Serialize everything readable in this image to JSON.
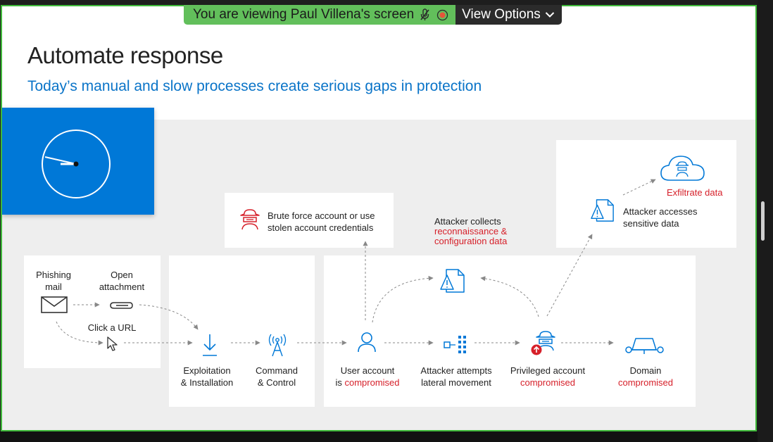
{
  "banner": {
    "viewing_text": "You are viewing Paul Villena's screen",
    "view_options_label": "View Options"
  },
  "slide": {
    "title": "Automate response",
    "subtitle": "Today’s manual and slow processes create serious gaps in protection"
  },
  "stages": {
    "phishing": {
      "line1": "Phishing",
      "line2": "mail"
    },
    "open_attachment": {
      "line1": "Open",
      "line2": "attachment"
    },
    "click_url": "Click a URL",
    "exploitation": {
      "line1": "Exploitation",
      "line2": "& Installation"
    },
    "command_control": {
      "line1": "Command",
      "line2": "& Control"
    },
    "brute_force": {
      "line1": "Brute force account or use",
      "line2": "stolen account credentials"
    },
    "user_account": {
      "line1": "User account",
      "line2_prefix": "is ",
      "line2_red": "compromised"
    },
    "attacker_collects": {
      "line1": "Attacker collects",
      "line2_red": "reconnaissance &",
      "line3_red": "configuration data"
    },
    "lateral": {
      "line1": "Attacker attempts",
      "line2": "lateral movement"
    },
    "privileged": {
      "line1": "Privileged account",
      "line2_red": "compromised"
    },
    "domain": {
      "line1": "Domain",
      "line2_red": "compromised"
    },
    "attacker_accesses": {
      "line1": "Attacker accesses",
      "line2": "sensitive data"
    },
    "exfiltrate": "Exfiltrate data"
  },
  "colors": {
    "accent_blue": "#0078d7",
    "subtitle_blue": "#0a74c8",
    "alert_red": "#d6202a",
    "share_border_green": "#3fb93a",
    "banner_green": "#62bf5b"
  },
  "icons": [
    "mute-mic-icon",
    "stop-share-icon",
    "chevron-down-icon",
    "clock-icon",
    "envelope-icon",
    "paperclip-icon",
    "cursor-icon",
    "download-arrow-icon",
    "antenna-icon",
    "hacker-icon",
    "user-icon",
    "warning-document-icon",
    "network-nodes-icon",
    "alert-badge-icon",
    "domain-icon",
    "cloud-icon"
  ]
}
